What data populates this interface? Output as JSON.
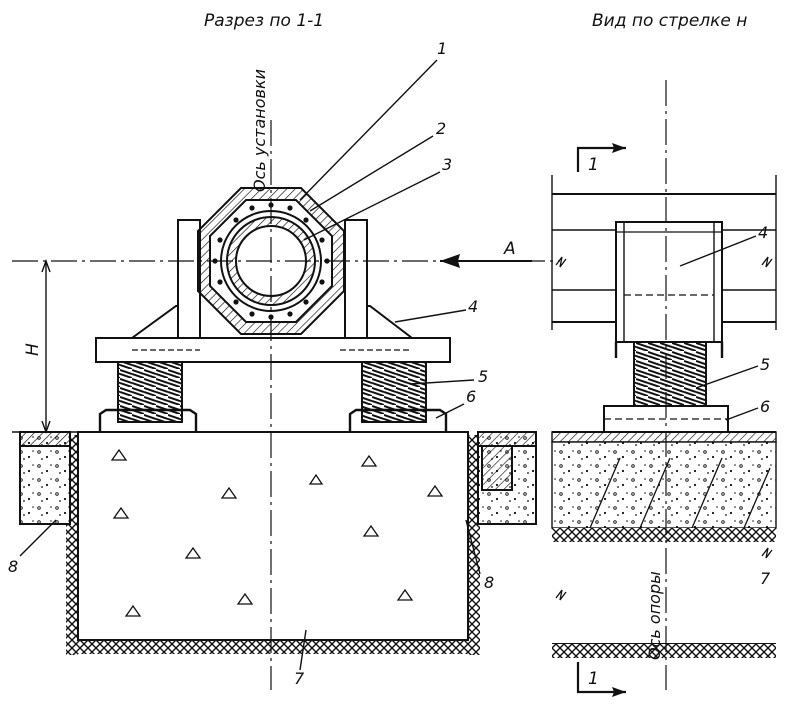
{
  "left_view": {
    "title": "Разрез по 1-1",
    "axis_label": "Ось установки",
    "arrow_label": "А",
    "dimension_label": "Н",
    "callouts": [
      "1",
      "2",
      "3",
      "4",
      "5",
      "6",
      "7",
      "8",
      "8"
    ]
  },
  "right_view": {
    "title": "Вид по стрелке н",
    "axis_label": "Ось опоры",
    "section_mark_top": "1",
    "section_mark_bottom": "1",
    "callouts": [
      "4",
      "5",
      "6",
      "7"
    ]
  },
  "colors": {
    "line": "#111111",
    "paper": "#ffffff"
  }
}
